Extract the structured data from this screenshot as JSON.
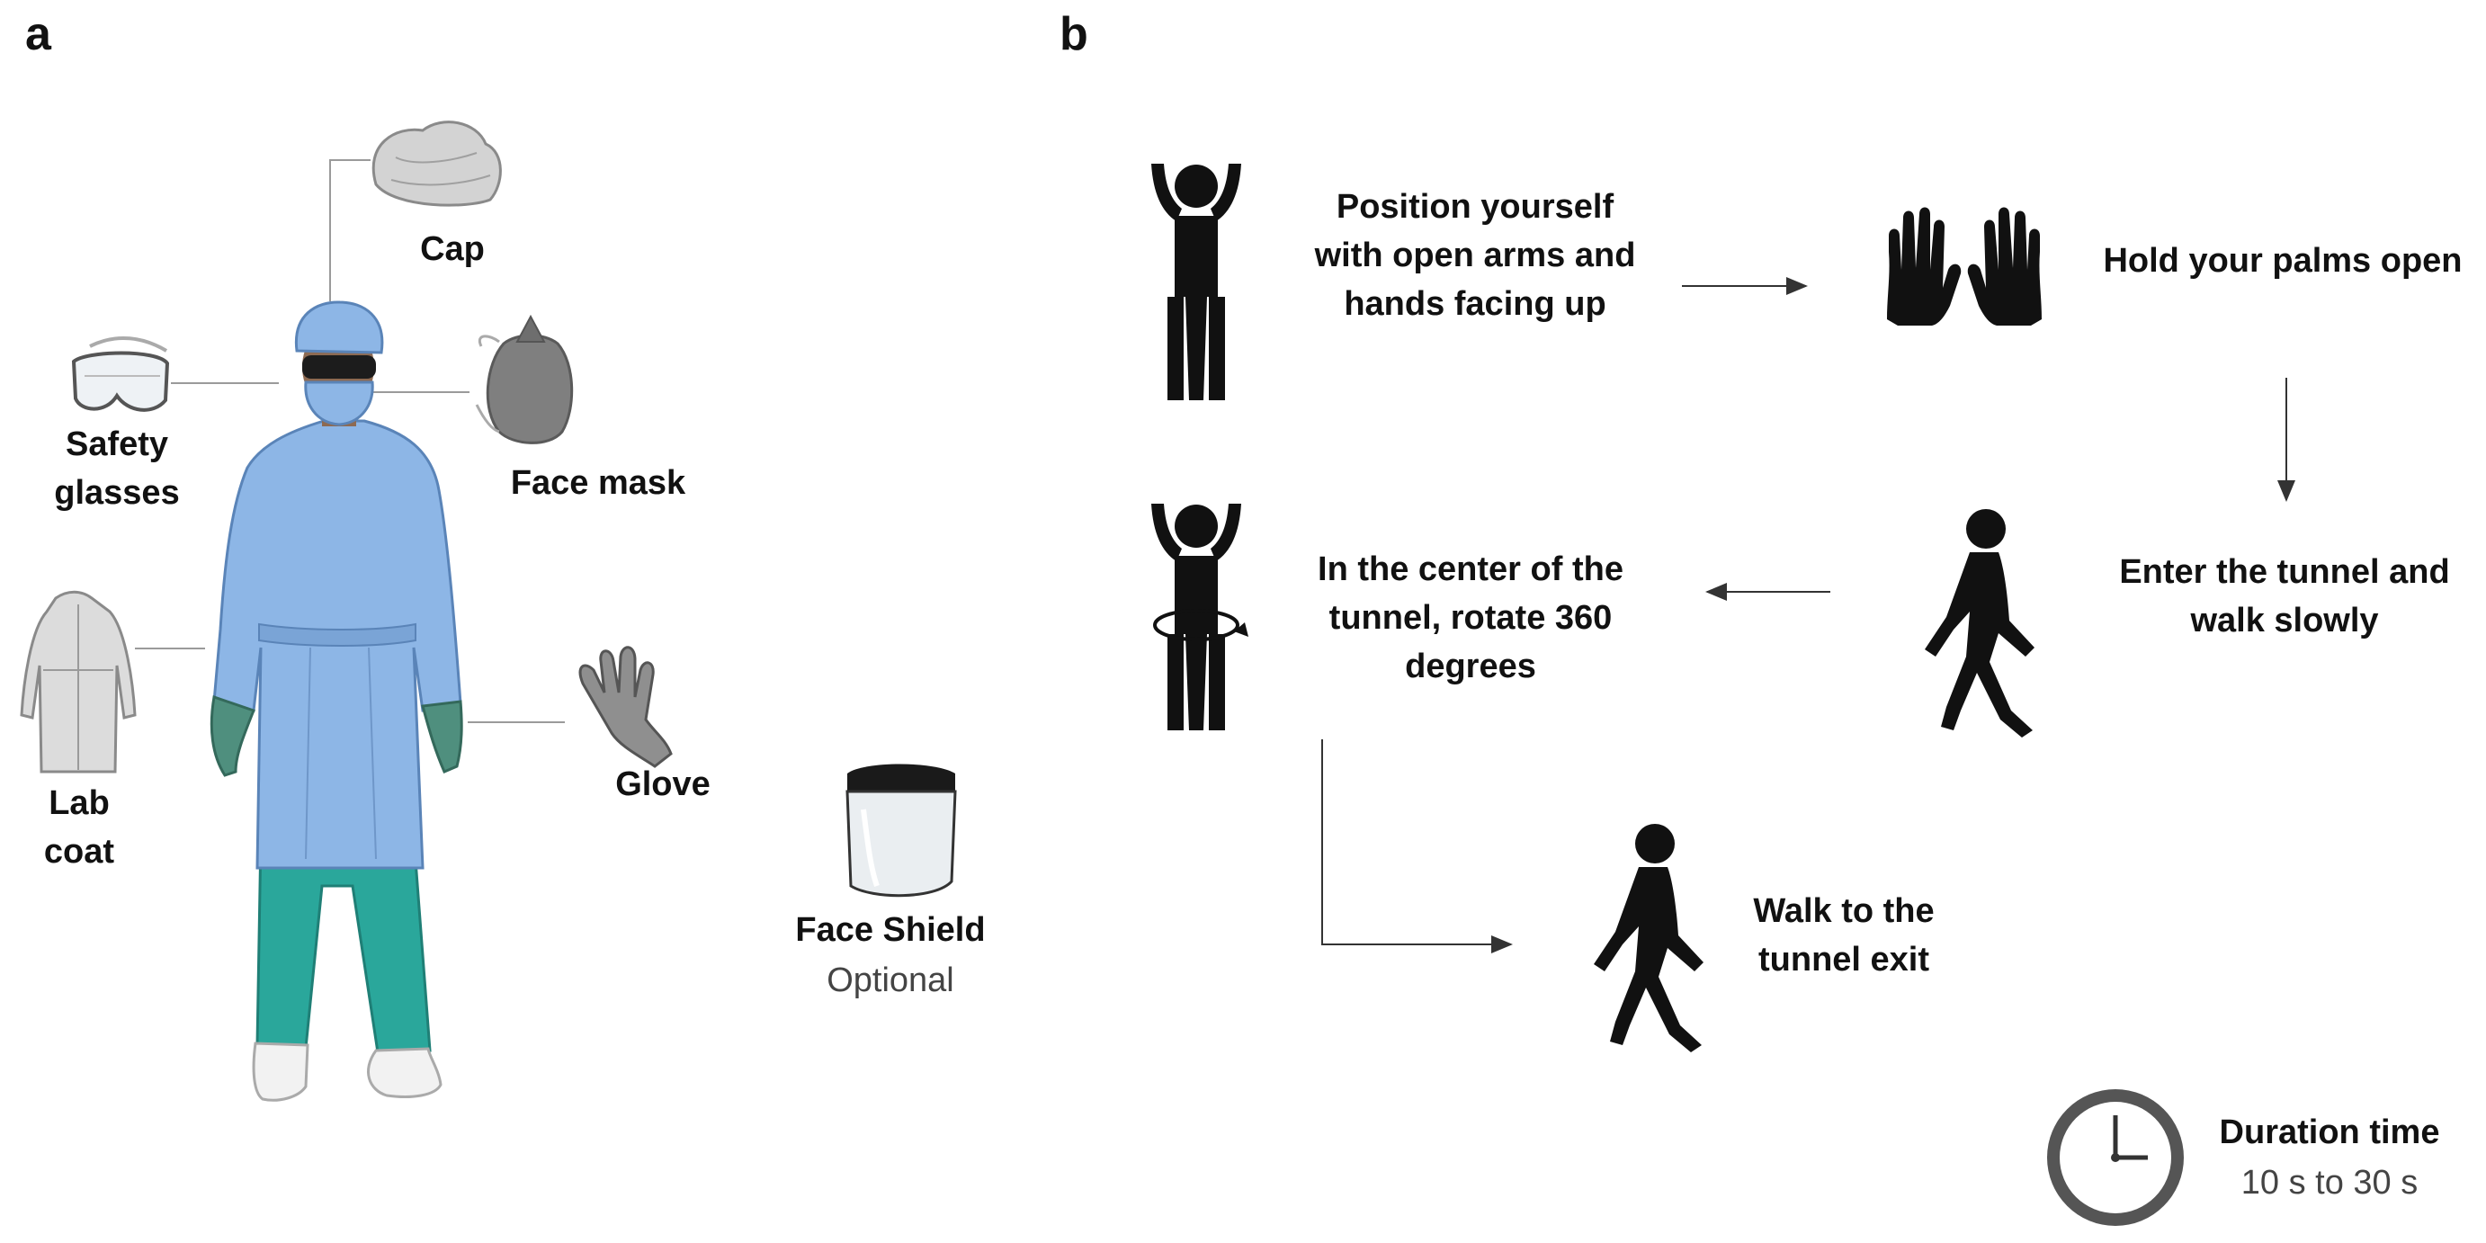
{
  "panel_a": {
    "letter": "a",
    "items": {
      "cap": "Cap",
      "safety_glasses_line1": "Safety",
      "safety_glasses_line2": "glasses",
      "face_mask": "Face mask",
      "lab_coat_line1": "Lab",
      "lab_coat_line2": "coat",
      "glove": "Glove",
      "face_shield": "Face Shield",
      "face_shield_note": "Optional"
    }
  },
  "panel_b": {
    "letter": "b",
    "steps": [
      {
        "lines": [
          "Position yourself",
          "with open arms and",
          "hands facing up"
        ],
        "icon": "person-arms-up-icon"
      },
      {
        "lines": [
          "Hold your palms open"
        ],
        "icon": "open-palms-icon"
      },
      {
        "lines": [
          "Enter the tunnel and",
          "walk slowly"
        ],
        "icon": "walking-person-icon"
      },
      {
        "lines": [
          "In the center of the",
          "tunnel, rotate 360",
          "degrees"
        ],
        "icon": "person-rotating-icon"
      },
      {
        "lines": [
          "Walk to the",
          "tunnel exit"
        ],
        "icon": "walking-person-icon"
      }
    ],
    "duration": {
      "title": "Duration time",
      "value": "10 s to 30 s",
      "icon": "clock-icon"
    }
  },
  "colors": {
    "gown": "#8db6e6",
    "scrubs": "#2aa79b",
    "glove": "#4f8f7e",
    "icon": "#111111",
    "arrow": "#333333"
  }
}
